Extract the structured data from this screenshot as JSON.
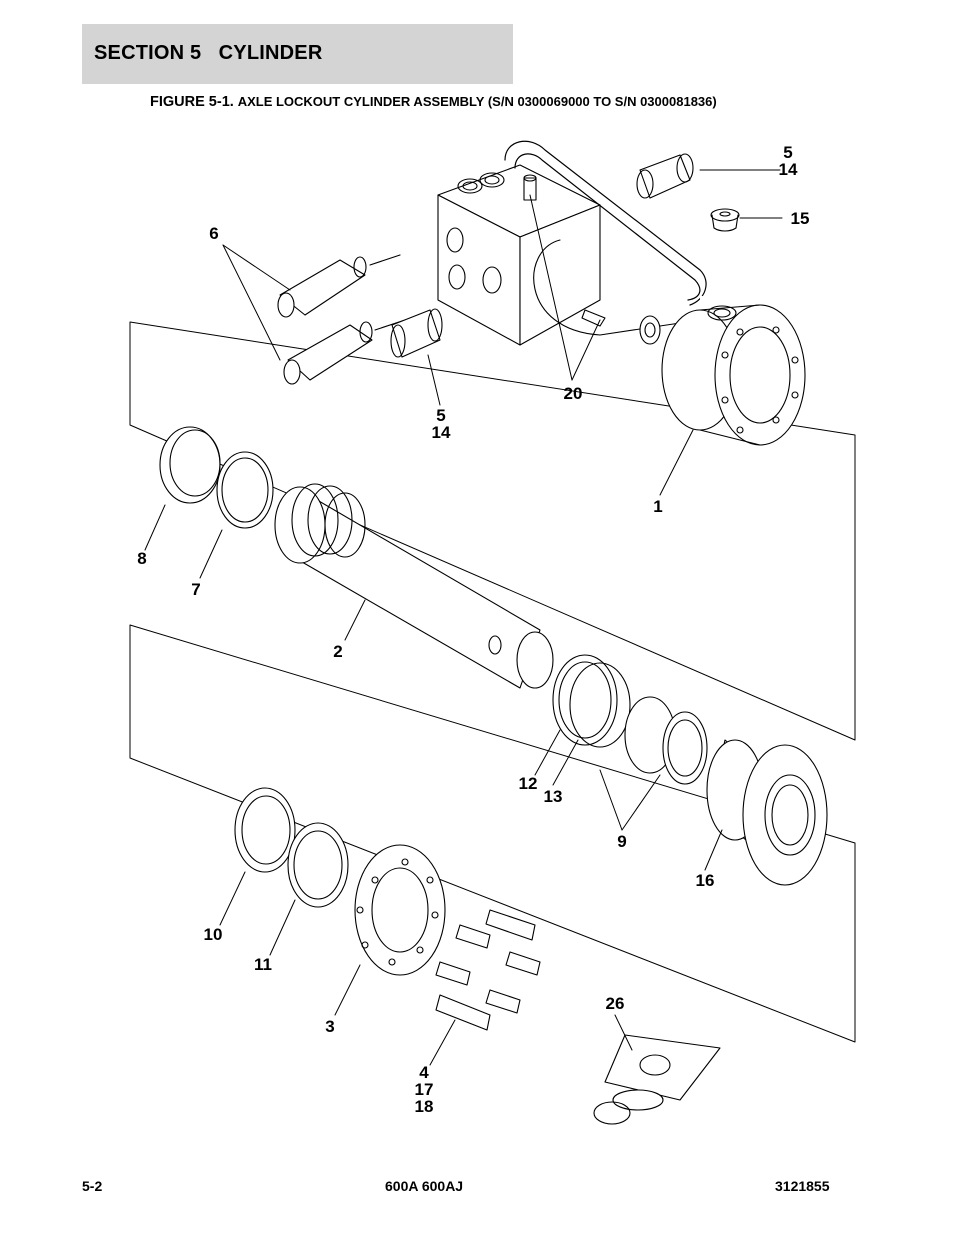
{
  "header": {
    "section_title": "SECTION 5   CYLINDER"
  },
  "figure": {
    "number": "FIGURE 5-1.",
    "title": "AXLE LOCKOUT CYLINDER ASSEMBLY (S/N 0300069000 TO S/N 0300081836)"
  },
  "callouts": [
    {
      "id": "c-5-14-top",
      "lines": [
        "5",
        "14"
      ]
    },
    {
      "id": "c-15",
      "lines": [
        "15"
      ]
    },
    {
      "id": "c-6",
      "lines": [
        "6"
      ]
    },
    {
      "id": "c-20",
      "lines": [
        "20"
      ]
    },
    {
      "id": "c-5-14-mid",
      "lines": [
        "5",
        "14"
      ]
    },
    {
      "id": "c-1",
      "lines": [
        "1"
      ]
    },
    {
      "id": "c-8",
      "lines": [
        "8"
      ]
    },
    {
      "id": "c-7",
      "lines": [
        "7"
      ]
    },
    {
      "id": "c-2",
      "lines": [
        "2"
      ]
    },
    {
      "id": "c-12",
      "lines": [
        "12"
      ]
    },
    {
      "id": "c-13",
      "lines": [
        "13"
      ]
    },
    {
      "id": "c-9",
      "lines": [
        "9"
      ]
    },
    {
      "id": "c-16",
      "lines": [
        "16"
      ]
    },
    {
      "id": "c-10",
      "lines": [
        "10"
      ]
    },
    {
      "id": "c-11",
      "lines": [
        "11"
      ]
    },
    {
      "id": "c-3",
      "lines": [
        "3"
      ]
    },
    {
      "id": "c-26",
      "lines": [
        "26"
      ]
    },
    {
      "id": "c-4-17-18",
      "lines": [
        "4",
        "17",
        "18"
      ]
    }
  ],
  "footer": {
    "page": "5-2",
    "model": "600A 600AJ",
    "doc_number": "3121855"
  }
}
